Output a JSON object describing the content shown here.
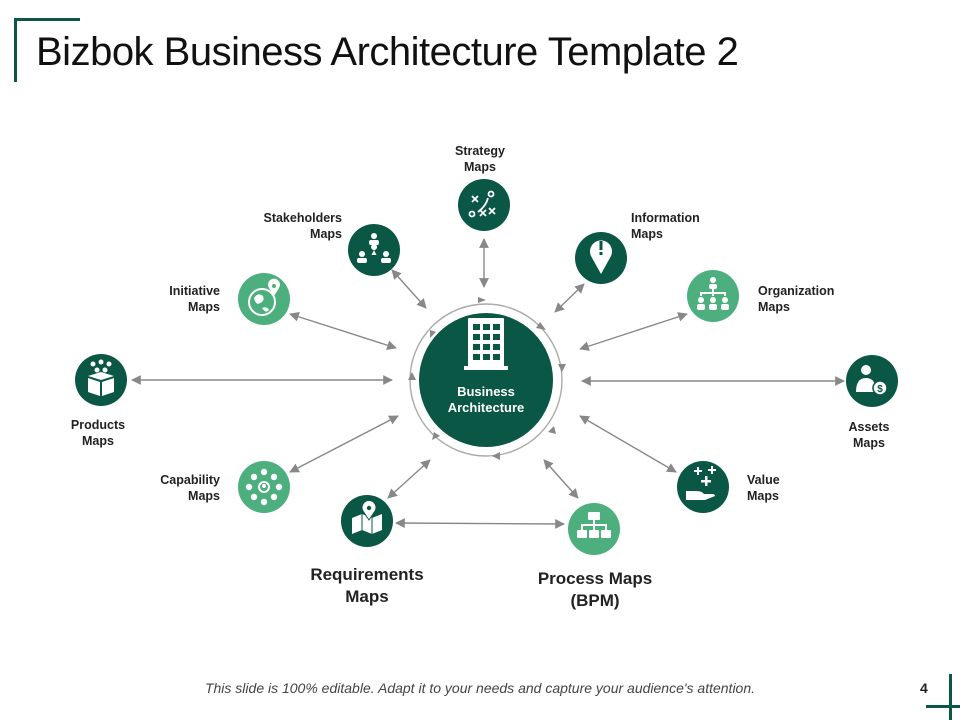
{
  "slide": {
    "title": "Bizbok Business Architecture Template 2",
    "footer": "This slide is 100% editable. Adapt it to your needs and capture your audience's attention.",
    "page_number": "4"
  },
  "colors": {
    "dark": "#0b5746",
    "light": "#4caf7d",
    "arrow": "#888888"
  },
  "center": {
    "line1": "Business",
    "line2": "Architecture",
    "icon": "building-icon"
  },
  "nodes": [
    {
      "id": "strategy",
      "line1": "Strategy",
      "line2": "Maps",
      "icon": "strategy-icon",
      "tone": "dark"
    },
    {
      "id": "stakeholders",
      "line1": "Stakeholders",
      "line2": "Maps",
      "icon": "people-network-icon",
      "tone": "dark"
    },
    {
      "id": "information",
      "line1": "Information",
      "line2": "Maps",
      "icon": "info-pin-icon",
      "tone": "dark"
    },
    {
      "id": "initiative",
      "line1": "Initiative",
      "line2": "Maps",
      "icon": "globe-pin-icon",
      "tone": "light"
    },
    {
      "id": "organization",
      "line1": "Organization",
      "line2": "Maps",
      "icon": "org-chart-icon",
      "tone": "light"
    },
    {
      "id": "products",
      "line1": "Products",
      "line2": "Maps",
      "icon": "product-box-icon",
      "tone": "dark"
    },
    {
      "id": "assets",
      "line1": "Assets",
      "line2": "Maps",
      "icon": "person-dollar-icon",
      "tone": "dark"
    },
    {
      "id": "capability",
      "line1": "Capability",
      "line2": "Maps",
      "icon": "capability-network-icon",
      "tone": "light"
    },
    {
      "id": "value",
      "line1": "Value",
      "line2": "Maps",
      "icon": "hand-plus-icon",
      "tone": "dark"
    },
    {
      "id": "requirements",
      "line1": "Requirements",
      "line2": "Maps",
      "icon": "map-pin-icon",
      "tone": "dark"
    },
    {
      "id": "process",
      "line1": "Process Maps",
      "line2": "(BPM)",
      "icon": "process-flow-icon",
      "tone": "light"
    }
  ]
}
